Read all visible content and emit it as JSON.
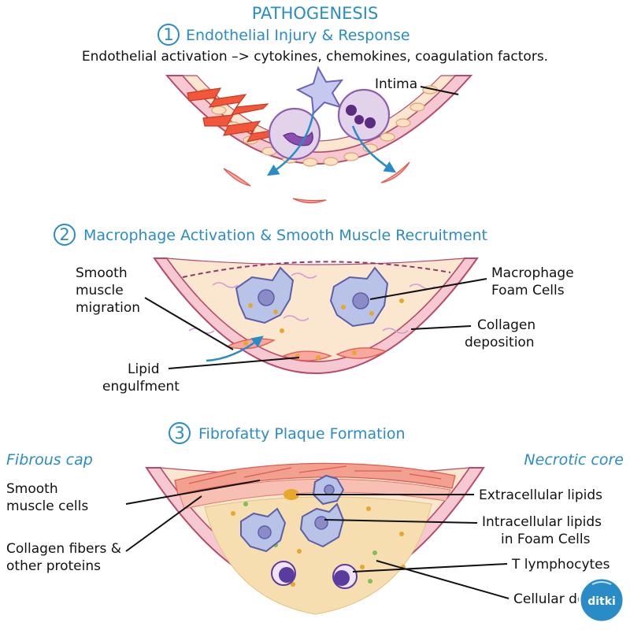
{
  "title": "PATHOGENESIS",
  "section1": {
    "number": "1",
    "heading": "Endothelial Injury & Response",
    "subtitle": "Endothelial activation  –> cytokines, chemokines, coagulation factors.",
    "labels": {
      "intima": "Intima"
    }
  },
  "section2": {
    "number": "2",
    "heading": "Macrophage Activation & Smooth Muscle Recruitment",
    "labels": {
      "smooth_muscle_migration": [
        "Smooth",
        "muscle",
        "migration"
      ],
      "lipid_engulfment": [
        "Lipid",
        "engulfment"
      ],
      "macrophage_foam_cells": [
        "Macrophage",
        "Foam Cells"
      ],
      "collagen_deposition": [
        "Collagen",
        "deposition"
      ]
    }
  },
  "section3": {
    "number": "3",
    "heading": "Fibrofatty Plaque Formation",
    "labels": {
      "fibrous_cap": "Fibrous cap",
      "necrotic_core": "Necrotic core",
      "smooth_muscle_cells": [
        "Smooth",
        "muscle cells"
      ],
      "collagen_fibers": [
        "Collagen fibers &",
        "other proteins"
      ],
      "extracellular_lipids": "Extracellular lipids",
      "intracellular_lipids": [
        "Intracellular lipids",
        "in Foam Cells"
      ],
      "t_lymphocytes": "T lymphocytes",
      "cellular_debris": "Cellular debris"
    }
  },
  "logo": {
    "text": "ditki"
  },
  "colors": {
    "accent": "#2a8cc7",
    "wall": "#f6c9d2",
    "wall_dark": "#b74a6a",
    "intima": "#fbe6cf",
    "lipid": "#e6a72a",
    "macrophage": "#b9c3e8",
    "lymphocyte": "#5b3c9e"
  }
}
